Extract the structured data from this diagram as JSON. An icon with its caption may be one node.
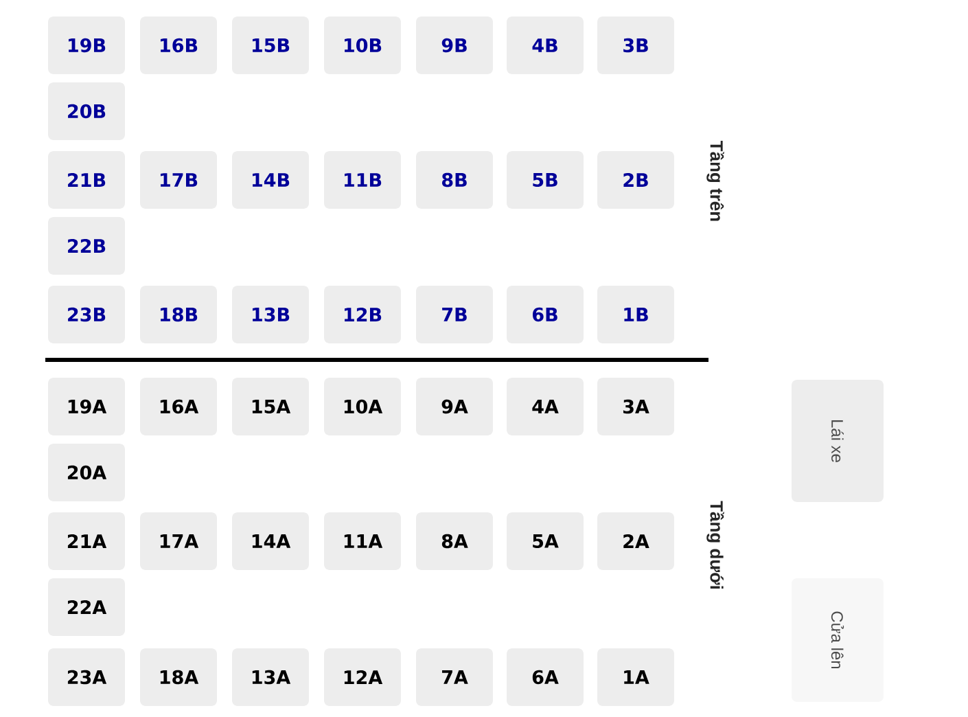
{
  "diagram": {
    "nodes": [
      {
        "text": [
          "19B"
        ]
      },
      {
        "text": [
          "16B"
        ]
      },
      {
        "text": [
          "15B"
        ]
      },
      {
        "text": [
          "10B"
        ]
      },
      {
        "text": [
          "9B"
        ]
      },
      {
        "text": [
          "4B"
        ]
      },
      {
        "text": [
          "3B"
        ]
      },
      {
        "text": [
          "20B"
        ]
      },
      {
        "text": [
          "21B"
        ]
      },
      {
        "text": [
          "17B"
        ]
      },
      {
        "text": [
          "14B"
        ]
      },
      {
        "text": [
          "11B"
        ]
      },
      {
        "text": [
          "8B"
        ]
      },
      {
        "text": [
          "5B"
        ]
      },
      {
        "text": [
          "2B"
        ]
      },
      {
        "text": [
          "22B"
        ]
      },
      {
        "text": [
          "23B"
        ]
      },
      {
        "text": [
          "18B"
        ]
      },
      {
        "text": [
          "13B"
        ]
      },
      {
        "text": [
          "12B"
        ]
      },
      {
        "text": [
          "7B"
        ]
      },
      {
        "text": [
          "6B"
        ]
      },
      {
        "text": [
          "1B"
        ]
      },
      {
        "text": [
          "19A"
        ]
      },
      {
        "text": [
          "16A"
        ]
      },
      {
        "text": [
          "15A"
        ]
      },
      {
        "text": [
          "10A"
        ]
      },
      {
        "text": [
          "9A"
        ]
      },
      {
        "text": [
          "4A"
        ]
      },
      {
        "text": [
          "3A"
        ]
      },
      {
        "text": [
          "20A"
        ]
      },
      {
        "text": [
          "21A"
        ]
      },
      {
        "text": [
          "17A"
        ]
      },
      {
        "text": [
          "14A"
        ]
      },
      {
        "text": [
          "11A"
        ]
      },
      {
        "text": [
          "8A"
        ]
      },
      {
        "text": [
          "5A"
        ]
      },
      {
        "text": [
          "2A"
        ]
      },
      {
        "text": [
          "22A"
        ]
      },
      {
        "text": [
          "23A"
        ]
      },
      {
        "text": [
          "18A"
        ]
      },
      {
        "text": [
          "13A"
        ]
      },
      {
        "text": [
          "12A"
        ]
      },
      {
        "text": [
          "7A"
        ]
      },
      {
        "text": [
          "6A"
        ]
      },
      {
        "text": [
          "1A"
        ]
      },
      {
        "text": [
          "Lái xe"
        ]
      },
      {
        "text": [
          "Cửa lên"
        ]
      }
    ],
    "labels": [
      "Tầng trên",
      "Tầng dưới"
    ]
  }
}
